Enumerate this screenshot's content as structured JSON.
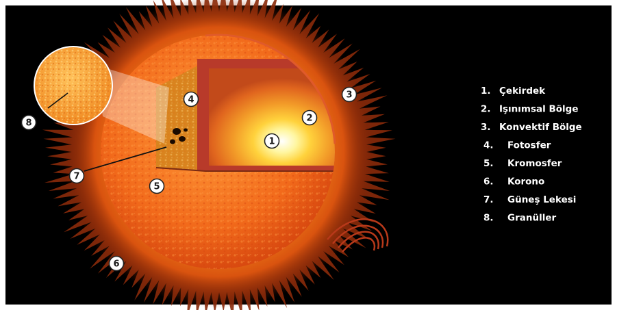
{
  "diagram": {
    "markers": [
      {
        "id": "core",
        "label": "1"
      },
      {
        "id": "radiative",
        "label": "2"
      },
      {
        "id": "convective",
        "label": "3"
      },
      {
        "id": "photosphere",
        "label": "4"
      },
      {
        "id": "chromosphere",
        "label": "5"
      },
      {
        "id": "corona",
        "label": "6"
      },
      {
        "id": "sunspot",
        "label": "7"
      },
      {
        "id": "granules",
        "label": "8"
      }
    ],
    "legend": [
      {
        "num": "1.",
        "text": "Çekirdek"
      },
      {
        "num": "2.",
        "text": "Işınımsal Bölge"
      },
      {
        "num": "3.",
        "text": "Konvektif Bölge"
      },
      {
        "num": "4.",
        "text": "Fotosfer"
      },
      {
        "num": "5.",
        "text": "Kromosfer"
      },
      {
        "num": "6.",
        "text": "Korono"
      },
      {
        "num": "7.",
        "text": "Güneş Lekesi"
      },
      {
        "num": "8.",
        "text": "Granüller"
      }
    ],
    "colors": {
      "background": "#000000",
      "corona": "#f08a1a",
      "surface": "#f26418",
      "convective": "#c0392b",
      "radiative": "#f5a623",
      "core": "#ffffff",
      "marker_fill": "#ffffff",
      "legend_text": "#ffffff"
    }
  }
}
